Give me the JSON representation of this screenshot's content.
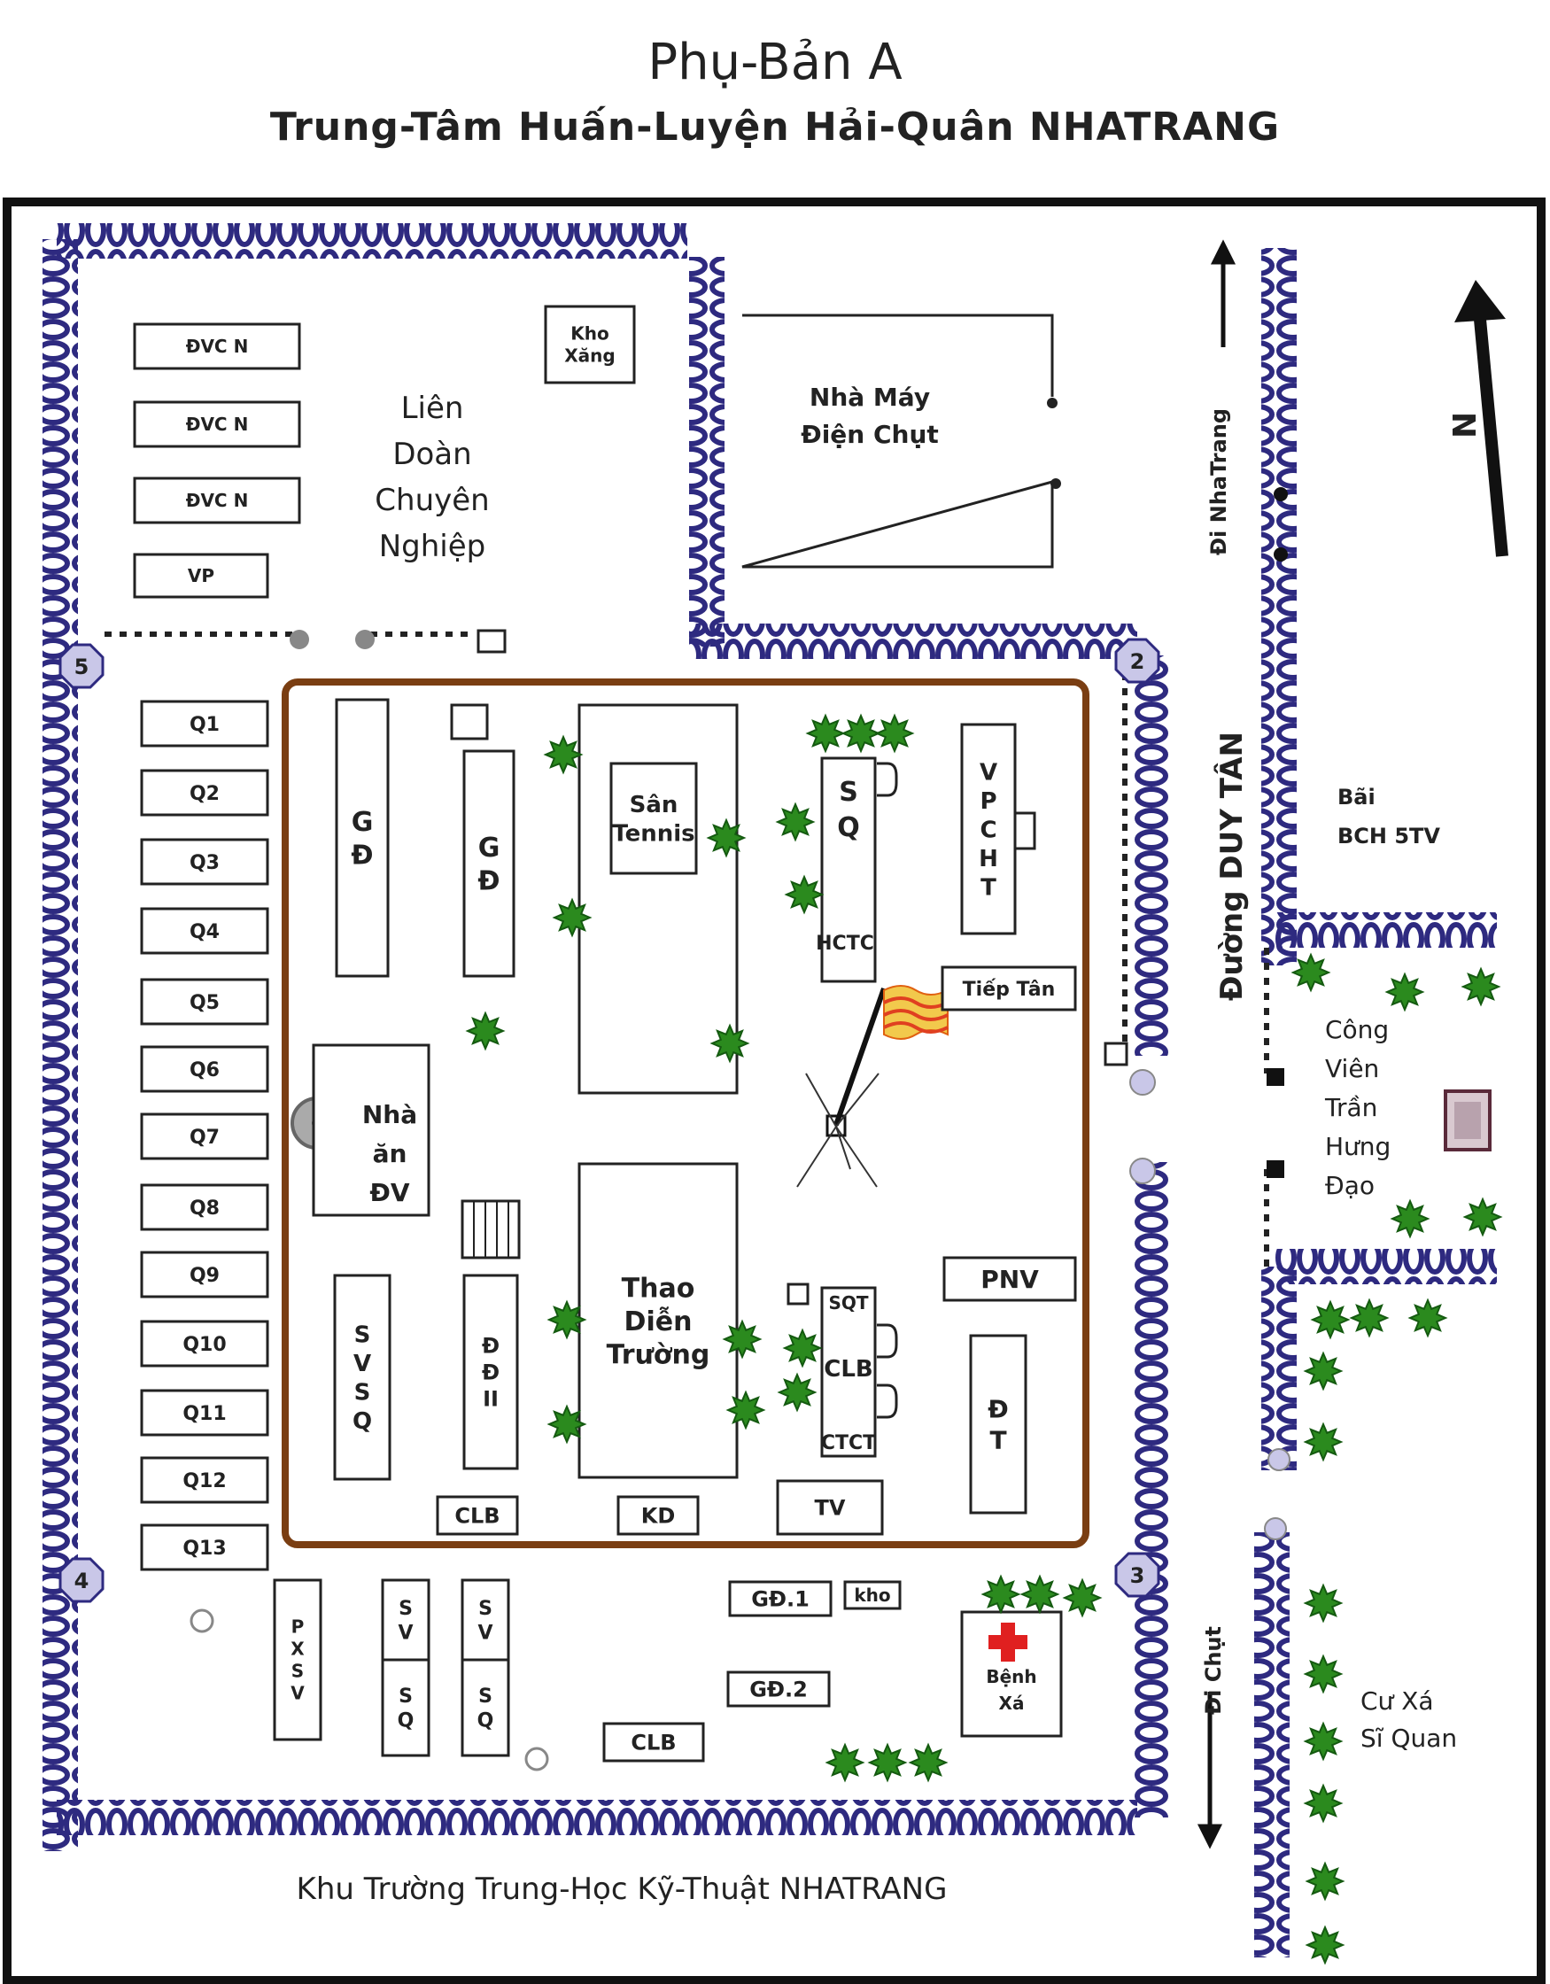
{
  "title": "Phụ-Bản A",
  "subtitle": "Trung-Tâm Huấn-Luyện Hải-Quân NHATRANG",
  "colors": {
    "wire": "#2e2a80",
    "wall": "#7a3e12",
    "tree": "#2b8a1e",
    "gate": "#c9c7e8",
    "red": "#e02020"
  },
  "compass": {
    "label": "N"
  },
  "gates": [
    "5",
    "2",
    "4",
    "3"
  ],
  "buildings": {
    "dvcn1": "ĐVC N",
    "dvcn2": "ĐVC N",
    "dvcn3": "ĐVC N",
    "vp": "VP",
    "kho_xang": [
      "Kho",
      "Xăng"
    ],
    "lien_doan": [
      "Liên",
      "Doàn",
      "Chuyên",
      "Nghiệp"
    ],
    "nha_may": [
      "Nhà Máy",
      "Điện Chụt"
    ],
    "q": [
      "Q1",
      "Q2",
      "Q3",
      "Q4",
      "Q5",
      "Q6",
      "Q7",
      "Q8",
      "Q9",
      "Q10",
      "Q11",
      "Q12",
      "Q13"
    ],
    "gd_a": [
      "G",
      "Đ"
    ],
    "gd_b": [
      "G",
      "Đ"
    ],
    "san_tennis": [
      "Sân",
      "Tennis"
    ],
    "sq": [
      "S",
      "Q"
    ],
    "hctc": "HCTC",
    "vpcht": [
      "V",
      "P",
      "C",
      "H",
      "T"
    ],
    "tiep_tan": "Tiếp Tân",
    "nha_an": [
      "Nhà",
      "ăn",
      "ĐV"
    ],
    "svsq": [
      "S",
      "V",
      "S",
      "Q"
    ],
    "ddii": [
      "Đ",
      "Đ",
      "II"
    ],
    "thao_dien_truong": [
      "Thao",
      "Diễn",
      "Trường"
    ],
    "sqt": "SQT",
    "clb_mid": "CLB",
    "ctct": "CTCT",
    "pnv": "PNV",
    "dt": [
      "Đ",
      "T"
    ],
    "clb1": "CLB",
    "kd": "KD",
    "tv": "TV",
    "gd1": "GĐ.1",
    "kho": "kho",
    "gd2": "GĐ.2",
    "clb2": "CLB",
    "benh_xa": [
      "Bệnh",
      "Xá"
    ],
    "pxsv": [
      "P",
      "X",
      "S",
      "V"
    ],
    "svsq2": [
      "S",
      "V",
      "S",
      "Q"
    ],
    "svsq3": [
      "S",
      "V",
      "S",
      "Q"
    ]
  },
  "streets": {
    "di_nhatrang": "Đi NhaTrang",
    "duong_duy_tan": "Đường DUY TÂN",
    "di_chut": "Đi Chụt"
  },
  "areas": {
    "bai_bch": [
      "Bãi",
      "BCH 5TV"
    ],
    "cong_vien": [
      "Công",
      "Viên",
      "Trần",
      "Hưng",
      "Đạo"
    ],
    "cu_xa": [
      "Cư Xá",
      "Sĩ Quan"
    ],
    "khu_truong": "Khu Trường Trung-Học Kỹ-Thuật NHATRANG"
  }
}
